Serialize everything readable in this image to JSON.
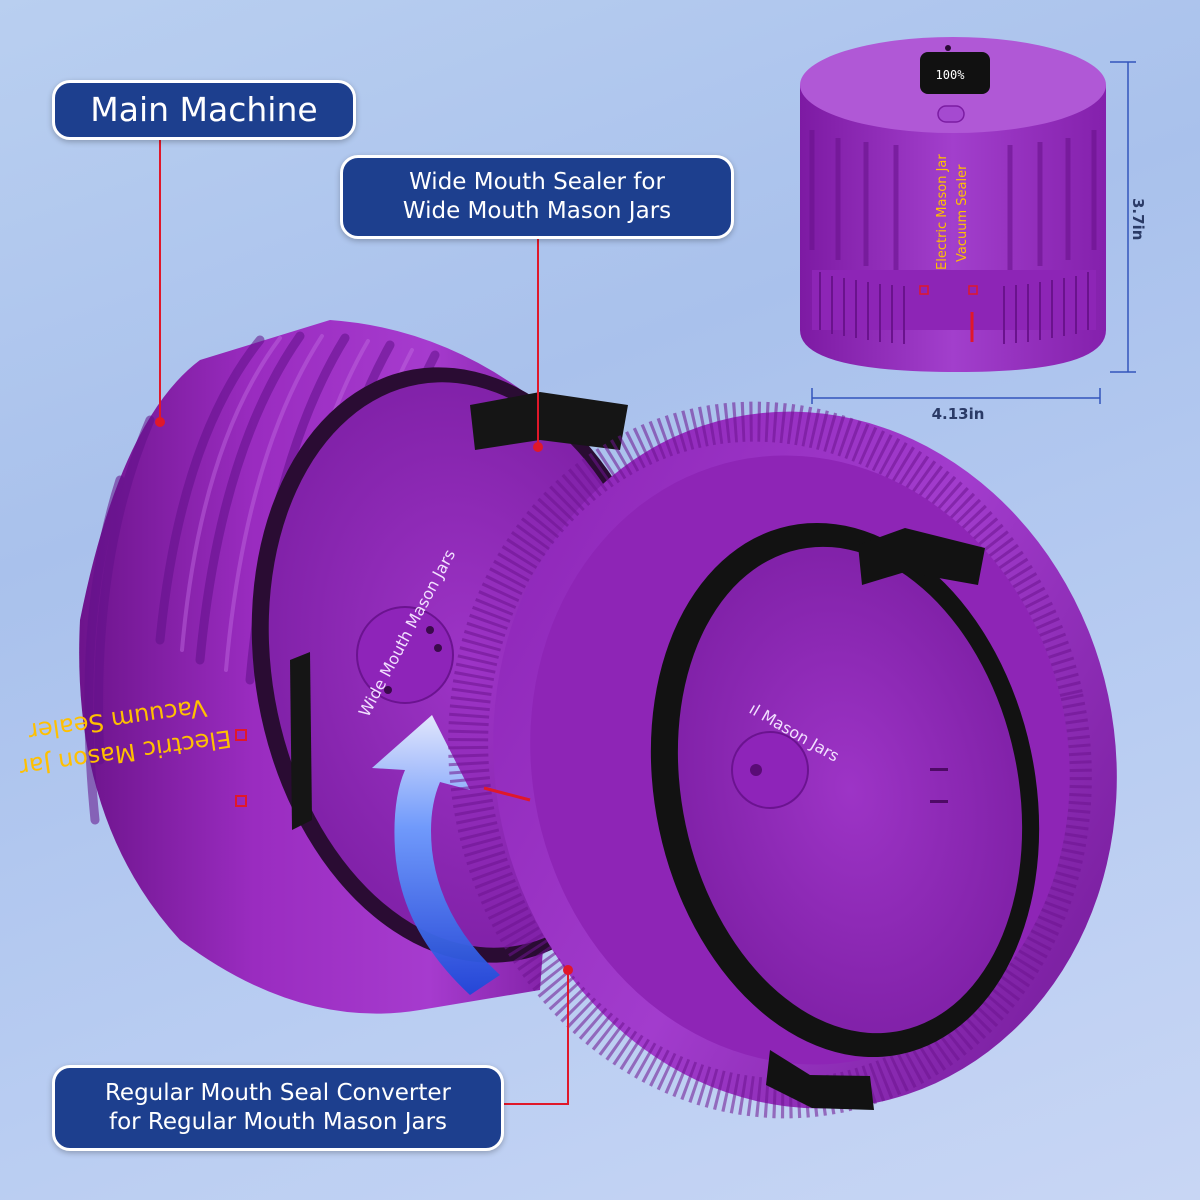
{
  "labels": {
    "main_machine": "Main Machine",
    "wide_line1": "Wide Mouth Sealer for",
    "wide_line2": "Wide Mouth Mason Jars",
    "regular_line1": "Regular Mouth Seal Converter",
    "regular_line2": "for Regular Mouth Mason Jars"
  },
  "dimensions": {
    "width": "4.13in",
    "height": "3.7in"
  },
  "product_text": {
    "brand_line1": "Electric Mason Jar",
    "brand_line2": "Vacuum Sealer",
    "inner_wide": "Wide Mouth Mason Jars",
    "inner_regular": "ıl Mason Jars",
    "display_reading": "100%"
  },
  "colors": {
    "device_purple": "#8e1fb0",
    "callout_blue": "#1d3f8e",
    "leader_red": "#e0182a",
    "arrow_blue": "#3a6ee8"
  },
  "icons": [
    "lock-icon",
    "unlock-icon",
    "power-icon",
    "rotate-arrow-icon"
  ]
}
